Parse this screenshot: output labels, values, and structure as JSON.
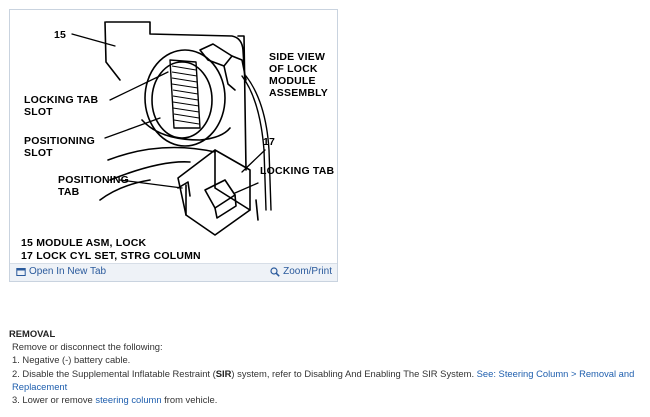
{
  "figure": {
    "callouts": {
      "c15": "15",
      "c17": "17",
      "locking_tab_slot_1": "LOCKING TAB",
      "locking_tab_slot_2": "SLOT",
      "positioning_slot_1": "POSITIONING",
      "positioning_slot_2": "SLOT",
      "positioning_tab_1": "POSITIONING",
      "positioning_tab_2": "TAB",
      "locking_tab": "LOCKING TAB",
      "side_view_1": "SIDE VIEW",
      "side_view_2": "OF LOCK",
      "side_view_3": "MODULE",
      "side_view_4": "ASSEMBLY"
    },
    "legend": {
      "line1": "15 MODULE ASM, LOCK",
      "line2": "17 LOCK CYL SET, STRG COLUMN"
    },
    "toolbar": {
      "open_new_tab": "Open In New Tab",
      "zoom_print": "Zoom/Print"
    }
  },
  "colors": {
    "link": "#1f5fae",
    "toolbar_bg": "#eef2f7"
  },
  "removal": {
    "title": "REMOVAL",
    "intro": "Remove or disconnect the following:",
    "step1": "1. Negative (-) battery cable.",
    "step2_pre": "2. Disable the Supplemental Inflatable Restraint (",
    "step2_bold": "SIR",
    "step2_post": ") system, refer to Disabling And Enabling The SIR System.",
    "step2_link": "See: Steering Column > Removal and Replacement",
    "step3_pre": "3. Lower or remove ",
    "step3_link": "steering column",
    "step3_post": " from vehicle."
  }
}
